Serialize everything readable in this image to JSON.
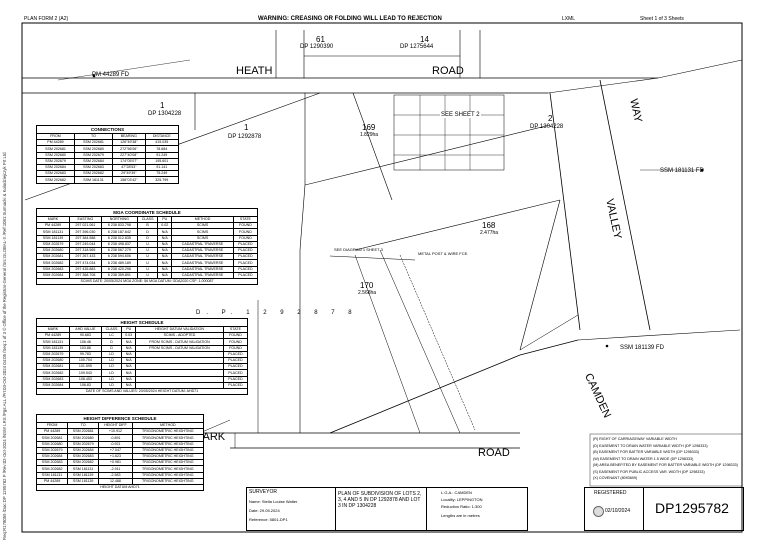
{
  "header": {
    "form": "PLAN FORM 2 (A2)",
    "warning": "WARNING: CREASING OR FOLDING WILL LEAD TO REJECTION",
    "lxml": "LXML",
    "sheet": "Sheet 1 of 3 Sheets"
  },
  "side_note": "Req:R178059 /Doc:DP 1295782 P /Rev:02-Oct-2024 /NSW LRS /Pgs:ALL /Prt:03-Oct-2024 04:05 /Seq:1 of 3 © Office of the Registrar-General /Src:GLOBAL-X /Ref:1081:Surmacki & Kolodziejczyk Prt Ltd",
  "plan_labels": {
    "lot61": "61",
    "dp1290390": "DP 1290390",
    "lot14": "14",
    "dp1275644": "DP 1275644",
    "heath": "HEATH",
    "road_top": "ROAD",
    "lot1_left": "1",
    "dp1304228_left": "DP 1304228",
    "lot1_mid": "1",
    "dp1292878": "DP 1292878",
    "lot169": "169",
    "area169": "1.829ha",
    "see_sheet2": "SEE SHEET 2",
    "lot2": "2",
    "dp1304228_right": "DP 1304228",
    "valley": "VALLEY",
    "way": "WAY",
    "lot168": "168",
    "area168": "2.477ha",
    "lot170": "170",
    "area170": "2.568ha",
    "camden": "CAMDEN",
    "park": "PARK",
    "road_bottom": "ROAD",
    "pm44289": "PM 44289 FD",
    "ssm181131": "SSM 181131 FD",
    "ssm181139": "SSM 181139 FD",
    "dp_markers": "D. P. 1 2 9 2 8 7 8",
    "metal_post": "METAL POST & WIRE FCE.",
    "see_diagram": "SEE DIAGRAM 1 SHEET 3"
  },
  "connections": {
    "title": "CONNECTIONS",
    "headers": [
      "FROM",
      "TO",
      "BEARING",
      "DISTANCE"
    ],
    "rows": [
      [
        "PM 44289",
        "SSM 202681",
        "126°49'38\"",
        "419.035"
      ],
      [
        "SSM 202681",
        "SSM 202680",
        "272°56'06\"",
        "78.684"
      ],
      [
        "SSM 202680",
        "SSM 202679",
        "227°40'08\"",
        "91.249"
      ],
      [
        "SSM 202679",
        "SSM 202684",
        "174°05'07\"",
        "195.601"
      ],
      [
        "SSM 202684",
        "SSM 202683",
        "47°28'53\"",
        "91.141"
      ],
      [
        "SSM 202683",
        "SSM 202682",
        "29°49'39\"",
        "75.249"
      ],
      [
        "SSM 202682",
        "SSM 181131",
        "158°03'42\"",
        "325.799"
      ]
    ]
  },
  "mga": {
    "title": "MGA COORDINATE SCHEDULE",
    "headers": [
      "MARK",
      "EASTING",
      "NORTHING",
      "CLASS",
      "PU",
      "METHOD",
      "STATE"
    ],
    "rows": [
      [
        "PM 44289",
        "297 021.061",
        "6 238 833.798",
        "B",
        "0.02",
        "SCIMS",
        "FOUND"
      ],
      [
        "SSM 181131",
        "297 396.030",
        "6 238 187.642",
        "D",
        "N/A",
        "SCIMS",
        "FOUND"
      ],
      [
        "SSM 181139",
        "297 384.588",
        "6 238 012.835",
        "D",
        "N/A",
        "SCIMS",
        "FOUND"
      ],
      [
        "SSM 202679",
        "297 249.044",
        "6 238 498.837",
        "U",
        "N/A",
        "CADASTRAL TRAVERSE",
        "PLACED"
      ],
      [
        "SSM 202680",
        "297 318.565",
        "6 238 567.279",
        "U",
        "N/A",
        "CADASTRAL TRAVERSE",
        "PLACED"
      ],
      [
        "SSM 202681",
        "297 267.433",
        "6 238 594.606",
        "U",
        "N/A",
        "CADASTRAL TRAVERSE",
        "PLACED"
      ],
      [
        "SSM 202682",
        "297 474.034",
        "6 238 489.189",
        "U",
        "N/A",
        "CADASTRAL TRAVERSE",
        "PLACED"
      ],
      [
        "SSM 202683",
        "297 435.883",
        "6 238 420.298",
        "U",
        "N/A",
        "CADASTRAL TRAVERSE",
        "PLACED"
      ],
      [
        "SSM 202684",
        "297 368.708",
        "6 238 359.891",
        "U",
        "N/A",
        "CADASTRAL TRAVERSE",
        "PLACED"
      ]
    ],
    "footer": "SCIMS DATE: 20/05/2024   MGA ZONE: 56   MGA DATUM: GDA2020   CSF: 1.000087"
  },
  "height": {
    "title": "HEIGHT SCHEDULE",
    "headers": [
      "MARK",
      "AHD VALUE",
      "CLASS",
      "PU",
      "HEIGHT DATUM VALIDATION",
      "STATE"
    ],
    "rows": [
      [
        "PM 44289",
        "90.683",
        "LC",
        "0.03",
        "SCIMS - ADOPTED",
        "FOUND"
      ],
      [
        "SSM 181131",
        "106.46",
        "D",
        "N/A",
        "FROM SCIMS - DATUM VALIDATION",
        "FOUND"
      ],
      [
        "SSM 181139",
        "103.86",
        "D",
        "N/A",
        "FROM SCIMS - DATUM VALIDATION",
        "FOUND"
      ],
      [
        "SSM 202679",
        "99.783",
        "LD",
        "N/A",
        "",
        "PLACED"
      ],
      [
        "SSM 202680",
        "100.704",
        "LD",
        "N/A",
        "",
        "PLACED"
      ],
      [
        "SSM 202681",
        "101.595",
        "LD",
        "N/A",
        "",
        "PLACED"
      ],
      [
        "SSM 202682",
        "109.543",
        "LD",
        "N/A",
        "",
        "PLACED"
      ],
      [
        "SSM 202683",
        "108.453",
        "LD",
        "N/A",
        "",
        "PLACED"
      ],
      [
        "SSM 202684",
        "106.83",
        "LD",
        "N/A",
        "",
        "PLACED"
      ]
    ],
    "footer": "DATE OF SCIMS AND VALUES: 20/05/2024   HEIGHT DATUM: AHD71"
  },
  "height_diff": {
    "title": "HEIGHT DIFFERENCE SCHEDULE",
    "headers": [
      "FROM",
      "TO",
      "HEIGHT DIFF",
      "METHOD"
    ],
    "rows": [
      [
        "PM 44289",
        "SSM 202681",
        "+10.912",
        "TRIGONOMETRIC HEIGHTING"
      ],
      [
        "SSM 202681",
        "SSM 202680",
        "-0.891",
        "TRIGONOMETRIC HEIGHTING"
      ],
      [
        "SSM 202680",
        "SSM 202679",
        "-0.921",
        "TRIGONOMETRIC HEIGHTING"
      ],
      [
        "SSM 202679",
        "SSM 202684",
        "+7.047",
        "TRIGONOMETRIC HEIGHTING"
      ],
      [
        "SSM 202684",
        "SSM 202683",
        "+1.623",
        "TRIGONOMETRIC HEIGHTING"
      ],
      [
        "SSM 202683",
        "SSM 202682",
        "+0.981",
        "TRIGONOMETRIC HEIGHTING"
      ],
      [
        "SSM 202682",
        "SSM 181131",
        "-2.911",
        "TRIGONOMETRIC HEIGHTING"
      ],
      [
        "SSM 181131",
        "SSM 181139",
        "-2.583",
        "TRIGONOMETRIC HEIGHTING"
      ],
      [
        "PM 44289",
        "SSM 181139",
        "12.488",
        "TRIGONOMETRIC HEIGHTING"
      ]
    ],
    "footer": "HEIGHT DATUM AHD71"
  },
  "legend": [
    "(R)  RIGHT OF CARRIAGEWAY VARIABLE WIDTH",
    "(D)  EASEMENT TO DRAIN WATER VARIABLE WIDTH (DP 1298333)",
    "(B)  EASEMENT FOR BATTER VARIABLE WIDTH (DP 1298333)",
    "(W)  EASEMENT TO DRAIN WATER 1.5 WIDE (DP 1298333)",
    "(M)  AREA BENEFITED BY EASEMENT FOR BATTER VARIABLE WIDTH (DP 1298333)",
    "(S)  EASEMENT FOR PUBLIC ACCESS VAR. WIDTH (DP 1298333)",
    "(X)  COVENANT (8093609)"
  ],
  "title_block": {
    "surveyor_label": "SURVEYOR",
    "surveyor_name": "Name: Stella Louise Walter",
    "surveyor_date": "Date: 29.05.2024",
    "surveyor_ref": "Reference: 5801-DP1",
    "plan_title": "PLAN OF SUBDIVISION OF LOTS 2, 3, 4 AND 5 IN DP 1292878 AND LOT 3 IN DP 1304228",
    "lga": "L.G.A.:  CAMDEN",
    "locality": "Locality: LEPPINGTON",
    "reduction": "Reduction Ratio: 1:300",
    "lengths": "Lengths are in metres",
    "registered_label": "REGISTERED",
    "registered_date": "02/10/2024",
    "dp_number": "DP1295782"
  }
}
